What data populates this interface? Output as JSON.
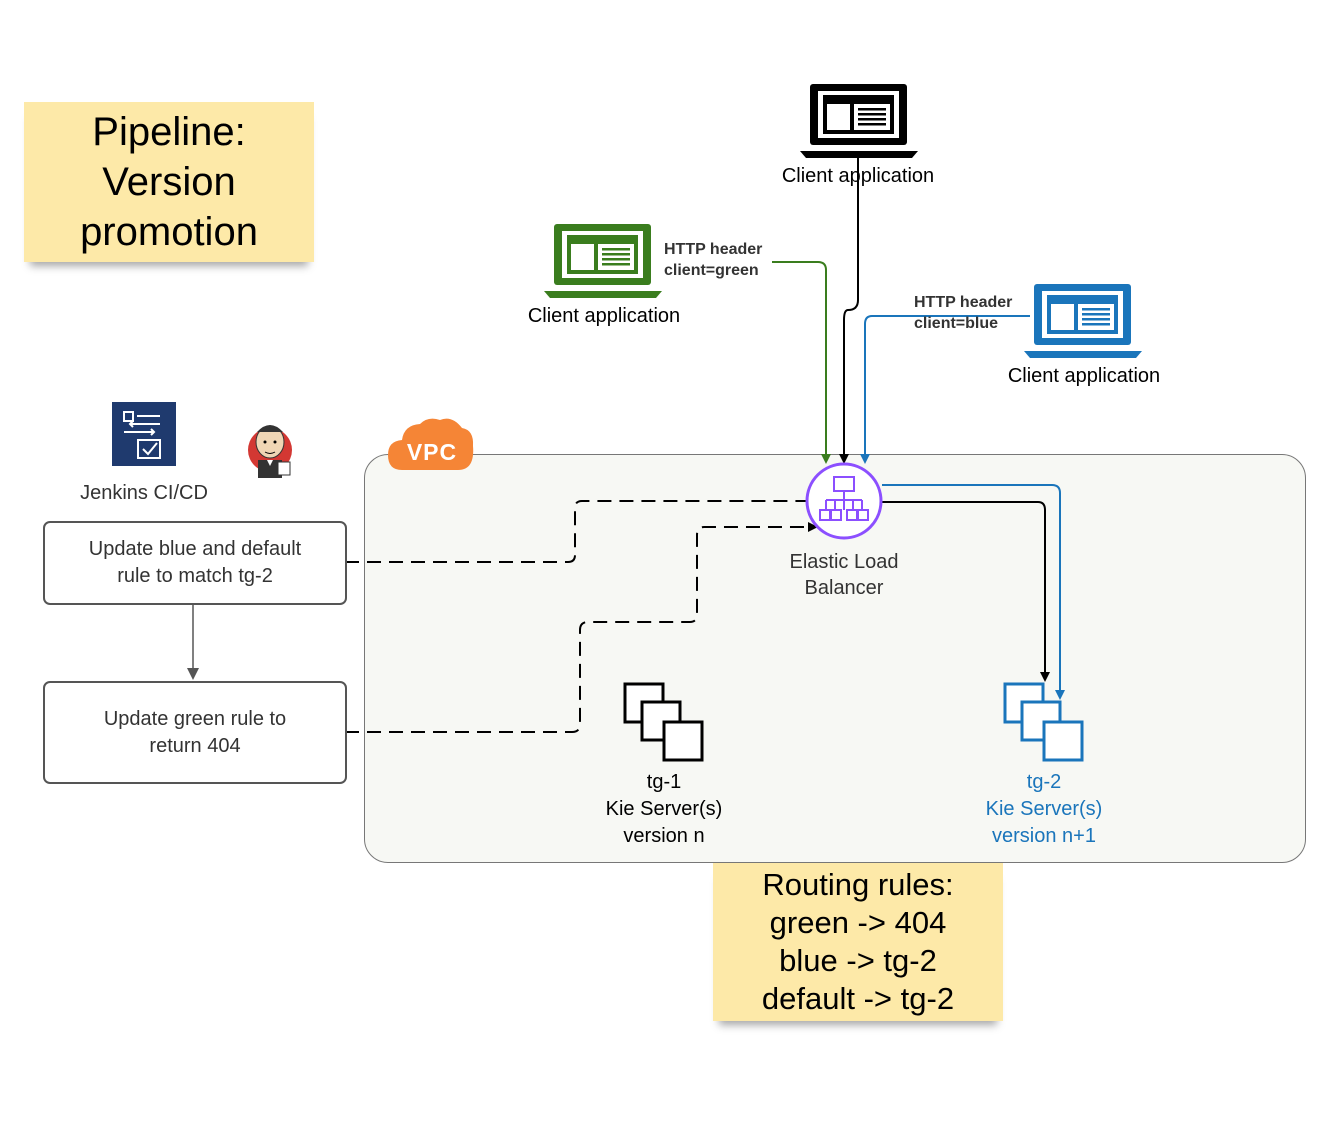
{
  "title_note": {
    "lines": [
      "Pipeline:",
      "Version",
      "promotion"
    ]
  },
  "routing_note": {
    "lines": [
      "Routing rules:",
      "green -> 404",
      "blue -> tg-2",
      "default -> tg-2"
    ]
  },
  "clients": {
    "default": {
      "label": "Client application"
    },
    "green": {
      "label": "Client application",
      "header_line1": "HTTP header",
      "header_line2": "client=green",
      "color": "#3a7d1e"
    },
    "blue": {
      "label": "Client application",
      "header_line1": "HTTP header",
      "header_line2": "client=blue",
      "color": "#1a75bb"
    }
  },
  "vpc": {
    "badge": "VPC",
    "badge_color": "#f58536"
  },
  "elb": {
    "line1": "Elastic Load",
    "line2": "Balancer",
    "color": "#8c4fff"
  },
  "jenkins": {
    "label": "Jenkins CI/CD"
  },
  "steps": [
    {
      "line1": "Update blue and default",
      "line2": "rule to match tg-2"
    },
    {
      "line1": "Update green rule to",
      "line2": "return 404"
    }
  ],
  "tg1": {
    "line1": "tg-1",
    "line2": "Kie Server(s)",
    "line3": "version n"
  },
  "tg2": {
    "line1": "tg-2",
    "line2": "Kie Server(s)",
    "line3": "version n+1",
    "color": "#1a75bb"
  }
}
